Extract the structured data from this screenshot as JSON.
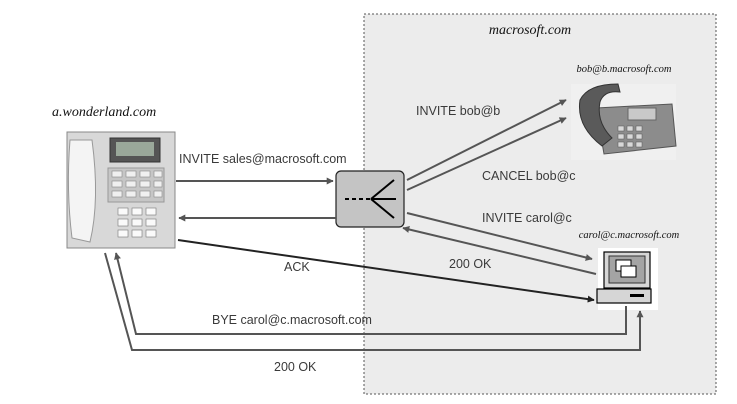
{
  "domain_label": "macrosoft.com",
  "hosts": {
    "caller": "a.wonderland.com",
    "bob": "bob@b.macrosoft.com",
    "carol": "carol@c.macrosoft.com"
  },
  "messages": {
    "invite_sales": "INVITE sales@macrosoft.com",
    "invite_bob": "INVITE bob@b",
    "cancel_bob": "CANCEL bob@c",
    "invite_carol": "INVITE carol@c",
    "ok_carol": "200 OK",
    "ack": "ACK",
    "bye": "BYE carol@c.macrosoft.com",
    "ok_bye": "200 OK"
  },
  "icons": {
    "caller_phone": "desk-phone-icon",
    "bob_phone": "conference-phone-icon",
    "proxy": "proxy-fork-icon",
    "carol_pc": "computer-icon"
  }
}
